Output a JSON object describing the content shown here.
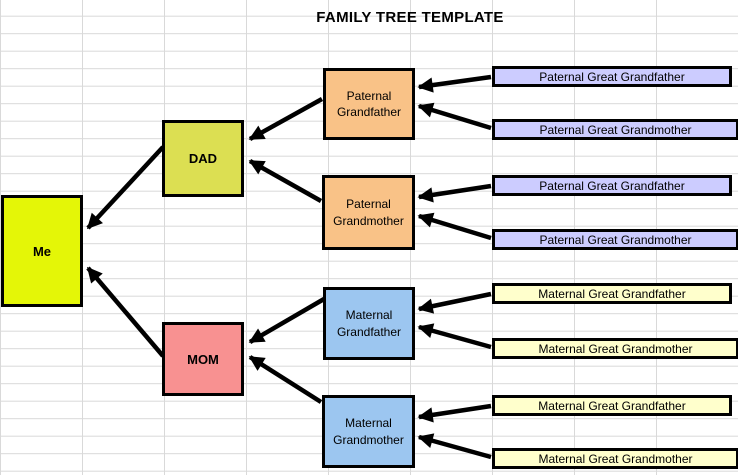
{
  "title": "FAMILY TREE TEMPLATE",
  "nodes": {
    "me": {
      "label": "Me",
      "color": "#E4F607"
    },
    "dad": {
      "label": "DAD",
      "color": "#DCDF52"
    },
    "mom": {
      "label": "MOM",
      "color": "#F89191"
    },
    "paternal_grandfather": {
      "label": "Paternal Grandfather",
      "color": "#F9C287"
    },
    "paternal_grandmother": {
      "label": "Paternal Grandmother",
      "color": "#F9C287"
    },
    "maternal_grandfather": {
      "label": "Maternal Grandfather",
      "color": "#9CC6F0"
    },
    "maternal_grandmother": {
      "label": "Maternal Grandmother",
      "color": "#9CC6F0"
    }
  },
  "great_grandparents": [
    {
      "label": "Paternal Great Grandfather",
      "color": "#CCCCFF"
    },
    {
      "label": "Paternal Great Grandmother",
      "color": "#CCCCFF"
    },
    {
      "label": "Paternal Great Grandfather",
      "color": "#CCCCFF"
    },
    {
      "label": "Paternal Great Grandmother",
      "color": "#CCCCFF"
    },
    {
      "label": "Maternal Great Grandfather",
      "color": "#FFFFCC"
    },
    {
      "label": "Maternal Great Grandmother",
      "color": "#FFFFCC"
    },
    {
      "label": "Maternal Great Grandfather",
      "color": "#FFFFCC"
    },
    {
      "label": "Maternal Great Grandmother",
      "color": "#FFFFCC"
    }
  ],
  "palette": {
    "gridline": "#D9D9D9",
    "shape_border": "#000000",
    "arrow": "#000000"
  }
}
